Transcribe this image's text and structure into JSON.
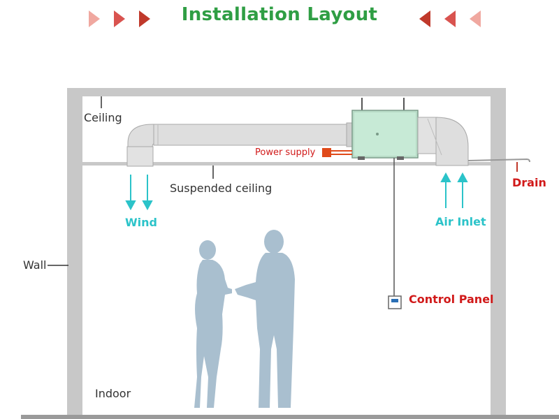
{
  "title": "Installation Layout",
  "labels": {
    "ceiling": "Ceiling",
    "power_supply": "Power supply",
    "suspended_ceiling": "Suspended ceiling",
    "drain": "Drain",
    "wind": "Wind",
    "air_inlet": "Air Inlet",
    "wall": "Wall",
    "control_panel": "Control Panel",
    "indoor": "Indoor"
  },
  "colors": {
    "title": "#2f9e44",
    "red_label": "#d11a1a",
    "airflow": "#2bc3c9",
    "wall": "#c8c8c8",
    "duct": "#dcdcdc",
    "unit": "#c7ead6",
    "people": "#a9bfcf",
    "arrow_dark": "#c0392b",
    "arrow_light": "#f0a8a0"
  }
}
